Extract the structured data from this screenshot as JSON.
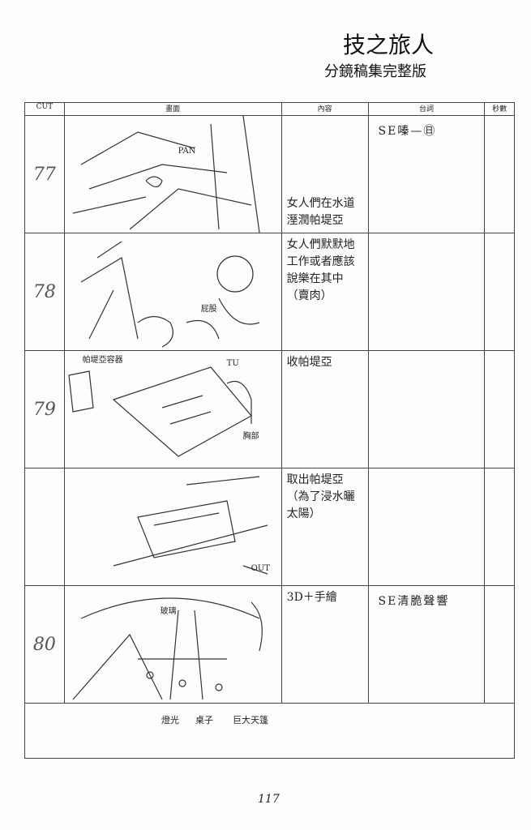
{
  "header": {
    "title": "技之旅人",
    "subtitle": "分鏡稿集完整版"
  },
  "table": {
    "columns": [
      "CUT",
      "畫面",
      "內容",
      "台詞",
      "秒數"
    ],
    "rows": [
      {
        "cut": "77",
        "content": "女人們在水道溼潤帕堤亞",
        "dialogue": "SE嗪—㊐",
        "sketch_labels": [
          "PAN"
        ]
      },
      {
        "cut": "78",
        "content": "女人們默默地工作或者應該說樂在其中（賣肉）",
        "dialogue": "",
        "sketch_labels": [
          "屁股"
        ]
      },
      {
        "cut": "79",
        "content": "收帕堤亞",
        "dialogue": "",
        "sketch_labels": [
          "帕堤亞容器",
          "TU",
          "胸部"
        ]
      },
      {
        "cut": "",
        "content": "取出帕堤亞（為了浸水曬太陽）",
        "dialogue": "",
        "sketch_labels": [
          "OUT"
        ]
      },
      {
        "cut": "80",
        "content": "3D＋手繪",
        "dialogue": "SE清脆聲響",
        "sketch_labels": [
          "玻璃"
        ]
      }
    ],
    "footer_labels": [
      "燈光",
      "桌子",
      "巨大天篷"
    ]
  },
  "page_number": "117"
}
